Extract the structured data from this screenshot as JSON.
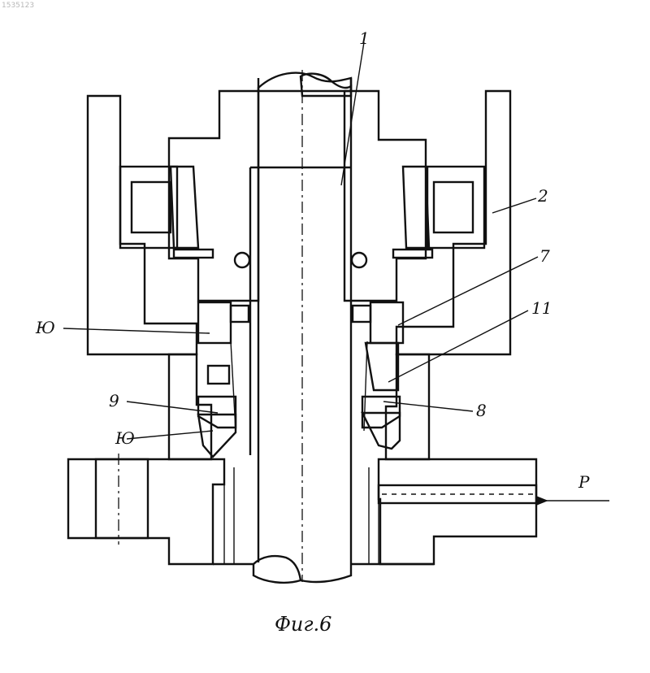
{
  "document_id": "1535123",
  "caption": "Фиг.6",
  "labels": {
    "shaft": "1",
    "housing": "2",
    "seal_upper": "7",
    "seal_lower": "8",
    "ring_9": "9",
    "ring_10_upper": "Ю",
    "ring_10_lower": "Ю",
    "chamber": "11",
    "pressure": "P"
  },
  "colors": {
    "ink": "#111111",
    "paper": "#ffffff"
  }
}
